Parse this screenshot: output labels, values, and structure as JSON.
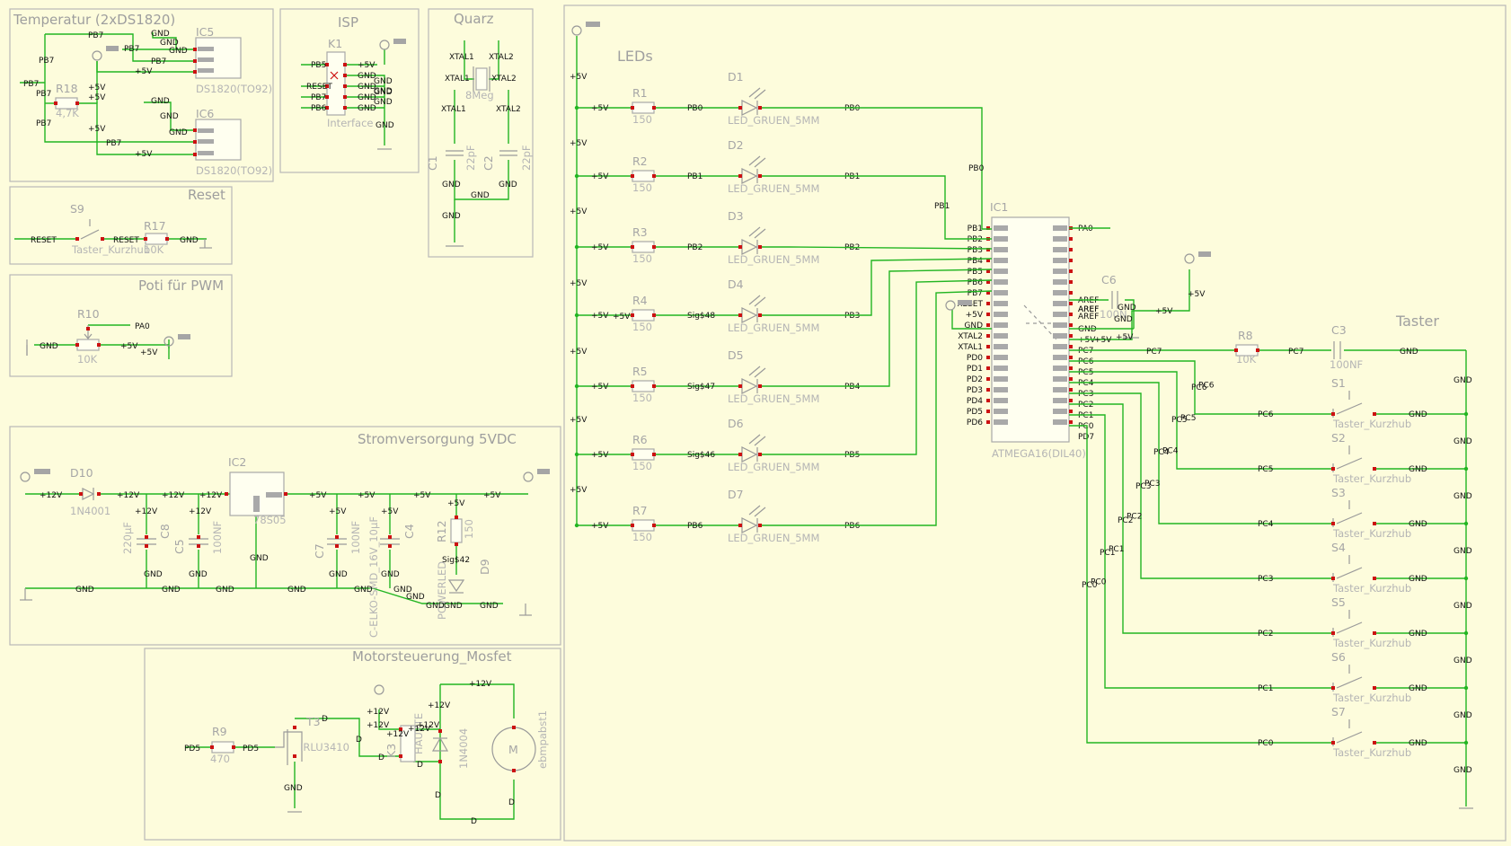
{
  "sections": {
    "temp": "Temperatur (2xDS1820)",
    "isp": "ISP",
    "quarz": "Quarz",
    "reset": "Reset",
    "poti": "Poti für PWM",
    "power": "Stromversorgung 5VDC",
    "motor": "Motorsteuerung_Mosfet",
    "leds": "LEDs",
    "taster": "Taster"
  },
  "components": {
    "ic5": {
      "name": "IC5",
      "value": "DS1820(TO92)"
    },
    "ic6": {
      "name": "IC6",
      "value": "DS1820(TO92)"
    },
    "r18": {
      "name": "R18",
      "value": "4,7K"
    },
    "k1": {
      "name": "K1",
      "value": "Interface"
    },
    "q1": {
      "name": "",
      "value": "8Meg"
    },
    "c1": {
      "name": "C1",
      "value": "22pF"
    },
    "c2": {
      "name": "C2",
      "value": "22pF"
    },
    "s9": {
      "name": "S9",
      "value": "Taster_Kurzhub"
    },
    "r17": {
      "name": "R17",
      "value": "10K"
    },
    "r10": {
      "name": "R10",
      "value": "10K"
    },
    "d10": {
      "name": "D10",
      "value": "1N4001"
    },
    "ic2": {
      "name": "IC2",
      "value": "78S05"
    },
    "c8": {
      "name": "C8",
      "value": "220µF"
    },
    "c5": {
      "name": "C5",
      "value": "100NF"
    },
    "c7": {
      "name": "C7",
      "value": "100NF"
    },
    "c4": {
      "name": "C4",
      "value": "C-ELKO-SMD_16V_10µF"
    },
    "r12": {
      "name": "R12",
      "value": "150"
    },
    "d9": {
      "name": "D9",
      "value": "POWERLED"
    },
    "r9": {
      "name": "R9",
      "value": "470"
    },
    "t3": {
      "name": "T3",
      "value": "IRLU3410"
    },
    "d1n": {
      "name": "",
      "value": "1N4004"
    },
    "k3": {
      "name": "K3",
      "value": "HAUPTE"
    },
    "motor": {
      "name": "M",
      "value": "ebmpabst1"
    },
    "ic1": {
      "name": "IC1",
      "value": "ATMEGA16(DIL40)"
    },
    "c6": {
      "name": "C6",
      "value": "100N"
    },
    "r8": {
      "name": "R8",
      "value": "10K"
    },
    "c3": {
      "name": "C3",
      "value": "100NF"
    }
  },
  "leds": [
    {
      "r": "R1",
      "rv": "150",
      "d": "D1",
      "dv": "LED_GRUEN_5MM",
      "in": "+5V",
      "n1": "PB0",
      "n2": "PB0",
      "n3": "PB0"
    },
    {
      "r": "R2",
      "rv": "150",
      "d": "D2",
      "dv": "LED_GRUEN_5MM",
      "in": "+5V",
      "n1": "PB1",
      "n2": "PB1",
      "n3": "PB1"
    },
    {
      "r": "R3",
      "rv": "150",
      "d": "D3",
      "dv": "LED_GRUEN_5MM",
      "in": "+5V",
      "n1": "PB2",
      "n2": "PB2",
      "n3": "PB2"
    },
    {
      "r": "R4",
      "rv": "150",
      "d": "D4",
      "dv": "LED_GRUEN_5MM",
      "in": "+5V",
      "n1": "Sig$48",
      "n2": "PB3",
      "n3": "PB3"
    },
    {
      "r": "R5",
      "rv": "150",
      "d": "D5",
      "dv": "LED_GRUEN_5MM",
      "in": "+5V",
      "n1": "Sig$47",
      "n2": "PB4",
      "n3": "PB4"
    },
    {
      "r": "R6",
      "rv": "150",
      "d": "D6",
      "dv": "LED_GRUEN_5MM",
      "in": "+5V",
      "n1": "Sig$46",
      "n2": "PB5",
      "n3": "PB5"
    },
    {
      "r": "R7",
      "rv": "150",
      "d": "D7",
      "dv": "LED_GRUEN_5MM",
      "in": "+5V",
      "n1": "PB6",
      "n2": "PB6",
      "n3": "PB6"
    }
  ],
  "buttons": [
    {
      "s": "S1",
      "v": "Taster_Kurzhub",
      "net": "PC6",
      "gnd": "GND"
    },
    {
      "s": "S2",
      "v": "Taster_Kurzhub",
      "net": "PC5",
      "gnd": "GND"
    },
    {
      "s": "S3",
      "v": "Taster_Kurzhub",
      "net": "PC4",
      "gnd": "GND"
    },
    {
      "s": "S4",
      "v": "Taster_Kurzhub",
      "net": "PC3",
      "gnd": "GND"
    },
    {
      "s": "S5",
      "v": "Taster_Kurzhub",
      "net": "PC2",
      "gnd": "GND"
    },
    {
      "s": "S6",
      "v": "Taster_Kurzhub",
      "net": "PC1",
      "gnd": "GND"
    },
    {
      "s": "S7",
      "v": "Taster_Kurzhub",
      "net": "PC0",
      "gnd": "GND"
    }
  ],
  "ic1_left": [
    "PB1",
    "PB2",
    "PB3",
    "PB4",
    "PB5",
    "PB6",
    "PB7",
    "RESET",
    "+5V",
    "GND",
    "XTAL2",
    "XTAL1",
    "PD0",
    "PD1",
    "PD2",
    "PD3",
    "PD4",
    "PD5",
    "PD6"
  ],
  "ic1_right": [
    "PA0",
    "AREF",
    "AREF",
    "AREF",
    "GND",
    "+5V",
    "PC7",
    "PC6",
    "PC5",
    "PC4",
    "PC3",
    "PC2",
    "PC1",
    "PC0",
    "PD7"
  ],
  "labels": [
    {
      "id": "t1",
      "t": "PB7"
    },
    {
      "id": "t2",
      "t": "PB7"
    },
    {
      "id": "t3",
      "t": "PB7"
    },
    {
      "id": "t4",
      "t": "PB7"
    },
    {
      "id": "t5",
      "t": "PB7"
    },
    {
      "id": "t6",
      "t": "PB7"
    },
    {
      "id": "t7",
      "t": "PB7"
    },
    {
      "id": "t8",
      "t": "PB7"
    },
    {
      "id": "t9",
      "t": "GND"
    },
    {
      "id": "t10",
      "t": "GND"
    },
    {
      "id": "t11",
      "t": "GND"
    },
    {
      "id": "t12",
      "t": "GND"
    },
    {
      "id": "t13",
      "t": "GND"
    },
    {
      "id": "t14",
      "t": "GND"
    },
    {
      "id": "t15",
      "t": "+5V"
    },
    {
      "id": "t16",
      "t": "+5V"
    },
    {
      "id": "t17",
      "t": "+5V"
    },
    {
      "id": "t18",
      "t": "+5V"
    },
    {
      "id": "t19",
      "t": "+5V"
    },
    {
      "id": "i1",
      "t": "PB5"
    },
    {
      "id": "i2",
      "t": "RESET"
    },
    {
      "id": "i3",
      "t": "PB7"
    },
    {
      "id": "i4",
      "t": "PB6"
    },
    {
      "id": "i5",
      "t": "+5V"
    },
    {
      "id": "i6",
      "t": "GND"
    },
    {
      "id": "i7",
      "t": "GND"
    },
    {
      "id": "i8",
      "t": "GND"
    },
    {
      "id": "i9",
      "t": "GND"
    },
    {
      "id": "i10",
      "t": "GND"
    },
    {
      "id": "i11",
      "t": "GND"
    },
    {
      "id": "i12",
      "t": "GND"
    },
    {
      "id": "i13",
      "t": "GND"
    },
    {
      "id": "i14",
      "t": "GND"
    },
    {
      "id": "q1",
      "t": "XTAL1"
    },
    {
      "id": "q2",
      "t": "XTAL2"
    },
    {
      "id": "q3",
      "t": "XTAL1"
    },
    {
      "id": "q4",
      "t": "XTAL2"
    },
    {
      "id": "q5",
      "t": "XTAL1"
    },
    {
      "id": "q6",
      "t": "XTAL2"
    },
    {
      "id": "q7",
      "t": "GND"
    },
    {
      "id": "q8",
      "t": "GND"
    },
    {
      "id": "q9",
      "t": "GND"
    },
    {
      "id": "q10",
      "t": "GND"
    },
    {
      "id": "r1",
      "t": "RESET"
    },
    {
      "id": "r2",
      "t": "RESET"
    },
    {
      "id": "r3",
      "t": "GND"
    },
    {
      "id": "p1",
      "t": "PA0"
    },
    {
      "id": "p2",
      "t": "GND"
    },
    {
      "id": "p3",
      "t": "+5V"
    },
    {
      "id": "p4",
      "t": "+5V"
    },
    {
      "id": "s1",
      "t": "+12V"
    },
    {
      "id": "s2",
      "t": "+12V"
    },
    {
      "id": "s3",
      "t": "+12V"
    },
    {
      "id": "s4",
      "t": "+12V"
    },
    {
      "id": "s5",
      "t": "+12V"
    },
    {
      "id": "s6",
      "t": "+12V"
    },
    {
      "id": "s7",
      "t": "+5V"
    },
    {
      "id": "s8",
      "t": "+5V"
    },
    {
      "id": "s9",
      "t": "+5V"
    },
    {
      "id": "s10",
      "t": "+5V"
    },
    {
      "id": "s11",
      "t": "+5V"
    },
    {
      "id": "s12",
      "t": "+5V"
    },
    {
      "id": "s13",
      "t": "+5V"
    },
    {
      "id": "s14",
      "t": "GND"
    },
    {
      "id": "s15",
      "t": "GND"
    },
    {
      "id": "s16",
      "t": "GND"
    },
    {
      "id": "s17",
      "t": "GND"
    },
    {
      "id": "s18",
      "t": "GND"
    },
    {
      "id": "s19",
      "t": "GND"
    },
    {
      "id": "s20",
      "t": "GND"
    },
    {
      "id": "s21",
      "t": "GND"
    },
    {
      "id": "s22",
      "t": "GND"
    },
    {
      "id": "s23",
      "t": "GND"
    },
    {
      "id": "s24",
      "t": "GND"
    },
    {
      "id": "s25",
      "t": "GND"
    },
    {
      "id": "s26",
      "t": "GND"
    },
    {
      "id": "s27",
      "t": "GND"
    },
    {
      "id": "s28",
      "t": "GND"
    },
    {
      "id": "s29",
      "t": "Sig$42"
    },
    {
      "id": "m1",
      "t": "PD5"
    },
    {
      "id": "m2",
      "t": "PD5"
    },
    {
      "id": "m3",
      "t": "D"
    },
    {
      "id": "m4",
      "t": "D"
    },
    {
      "id": "m5",
      "t": "D"
    },
    {
      "id": "m6",
      "t": "D"
    },
    {
      "id": "m7",
      "t": "D"
    },
    {
      "id": "m8",
      "t": "D"
    },
    {
      "id": "m9",
      "t": "D"
    },
    {
      "id": "m10",
      "t": "GND"
    },
    {
      "id": "m11",
      "t": "+12V"
    },
    {
      "id": "m12",
      "t": "+12V"
    },
    {
      "id": "m13",
      "t": "+12V"
    },
    {
      "id": "m14",
      "t": "+12V"
    },
    {
      "id": "m15",
      "t": "+12V"
    },
    {
      "id": "m16",
      "t": "+12V"
    },
    {
      "id": "m17",
      "t": "+12V"
    },
    {
      "id": "l1",
      "t": "+5V"
    },
    {
      "id": "l2",
      "t": "+5V"
    },
    {
      "id": "l3",
      "t": "+5V"
    },
    {
      "id": "l4",
      "t": "+5V"
    },
    {
      "id": "l5",
      "t": "+5V"
    },
    {
      "id": "l6",
      "t": "+5V"
    },
    {
      "id": "l7",
      "t": "+5V"
    },
    {
      "id": "l8",
      "t": "+5V"
    },
    {
      "id": "l9",
      "t": "PB0"
    },
    {
      "id": "l10",
      "t": "PB1"
    },
    {
      "id": "c1",
      "t": "AREF"
    },
    {
      "id": "c2",
      "t": "GND"
    },
    {
      "id": "c3",
      "t": "GND"
    },
    {
      "id": "c4",
      "t": "+5V"
    },
    {
      "id": "c5",
      "t": "+5V"
    },
    {
      "id": "c6",
      "t": "+5V"
    },
    {
      "id": "c7",
      "t": "+5V"
    },
    {
      "id": "c8",
      "t": "PC7"
    },
    {
      "id": "c9",
      "t": "PC7"
    },
    {
      "id": "c10",
      "t": "GND"
    },
    {
      "id": "c11",
      "t": "GND"
    },
    {
      "id": "c12",
      "t": "GND"
    },
    {
      "id": "c13",
      "t": "GND"
    },
    {
      "id": "c14",
      "t": "GND"
    },
    {
      "id": "c15",
      "t": "GND"
    },
    {
      "id": "c16",
      "t": "GND"
    },
    {
      "id": "c17",
      "t": "GND"
    },
    {
      "id": "c18",
      "t": "GND"
    },
    {
      "id": "c19",
      "t": "PC6"
    },
    {
      "id": "c20",
      "t": "PC5"
    },
    {
      "id": "c21",
      "t": "PC4"
    },
    {
      "id": "c22",
      "t": "PC3"
    },
    {
      "id": "c23",
      "t": "PC2"
    },
    {
      "id": "c24",
      "t": "PC1"
    },
    {
      "id": "c25",
      "t": "PC0"
    }
  ]
}
